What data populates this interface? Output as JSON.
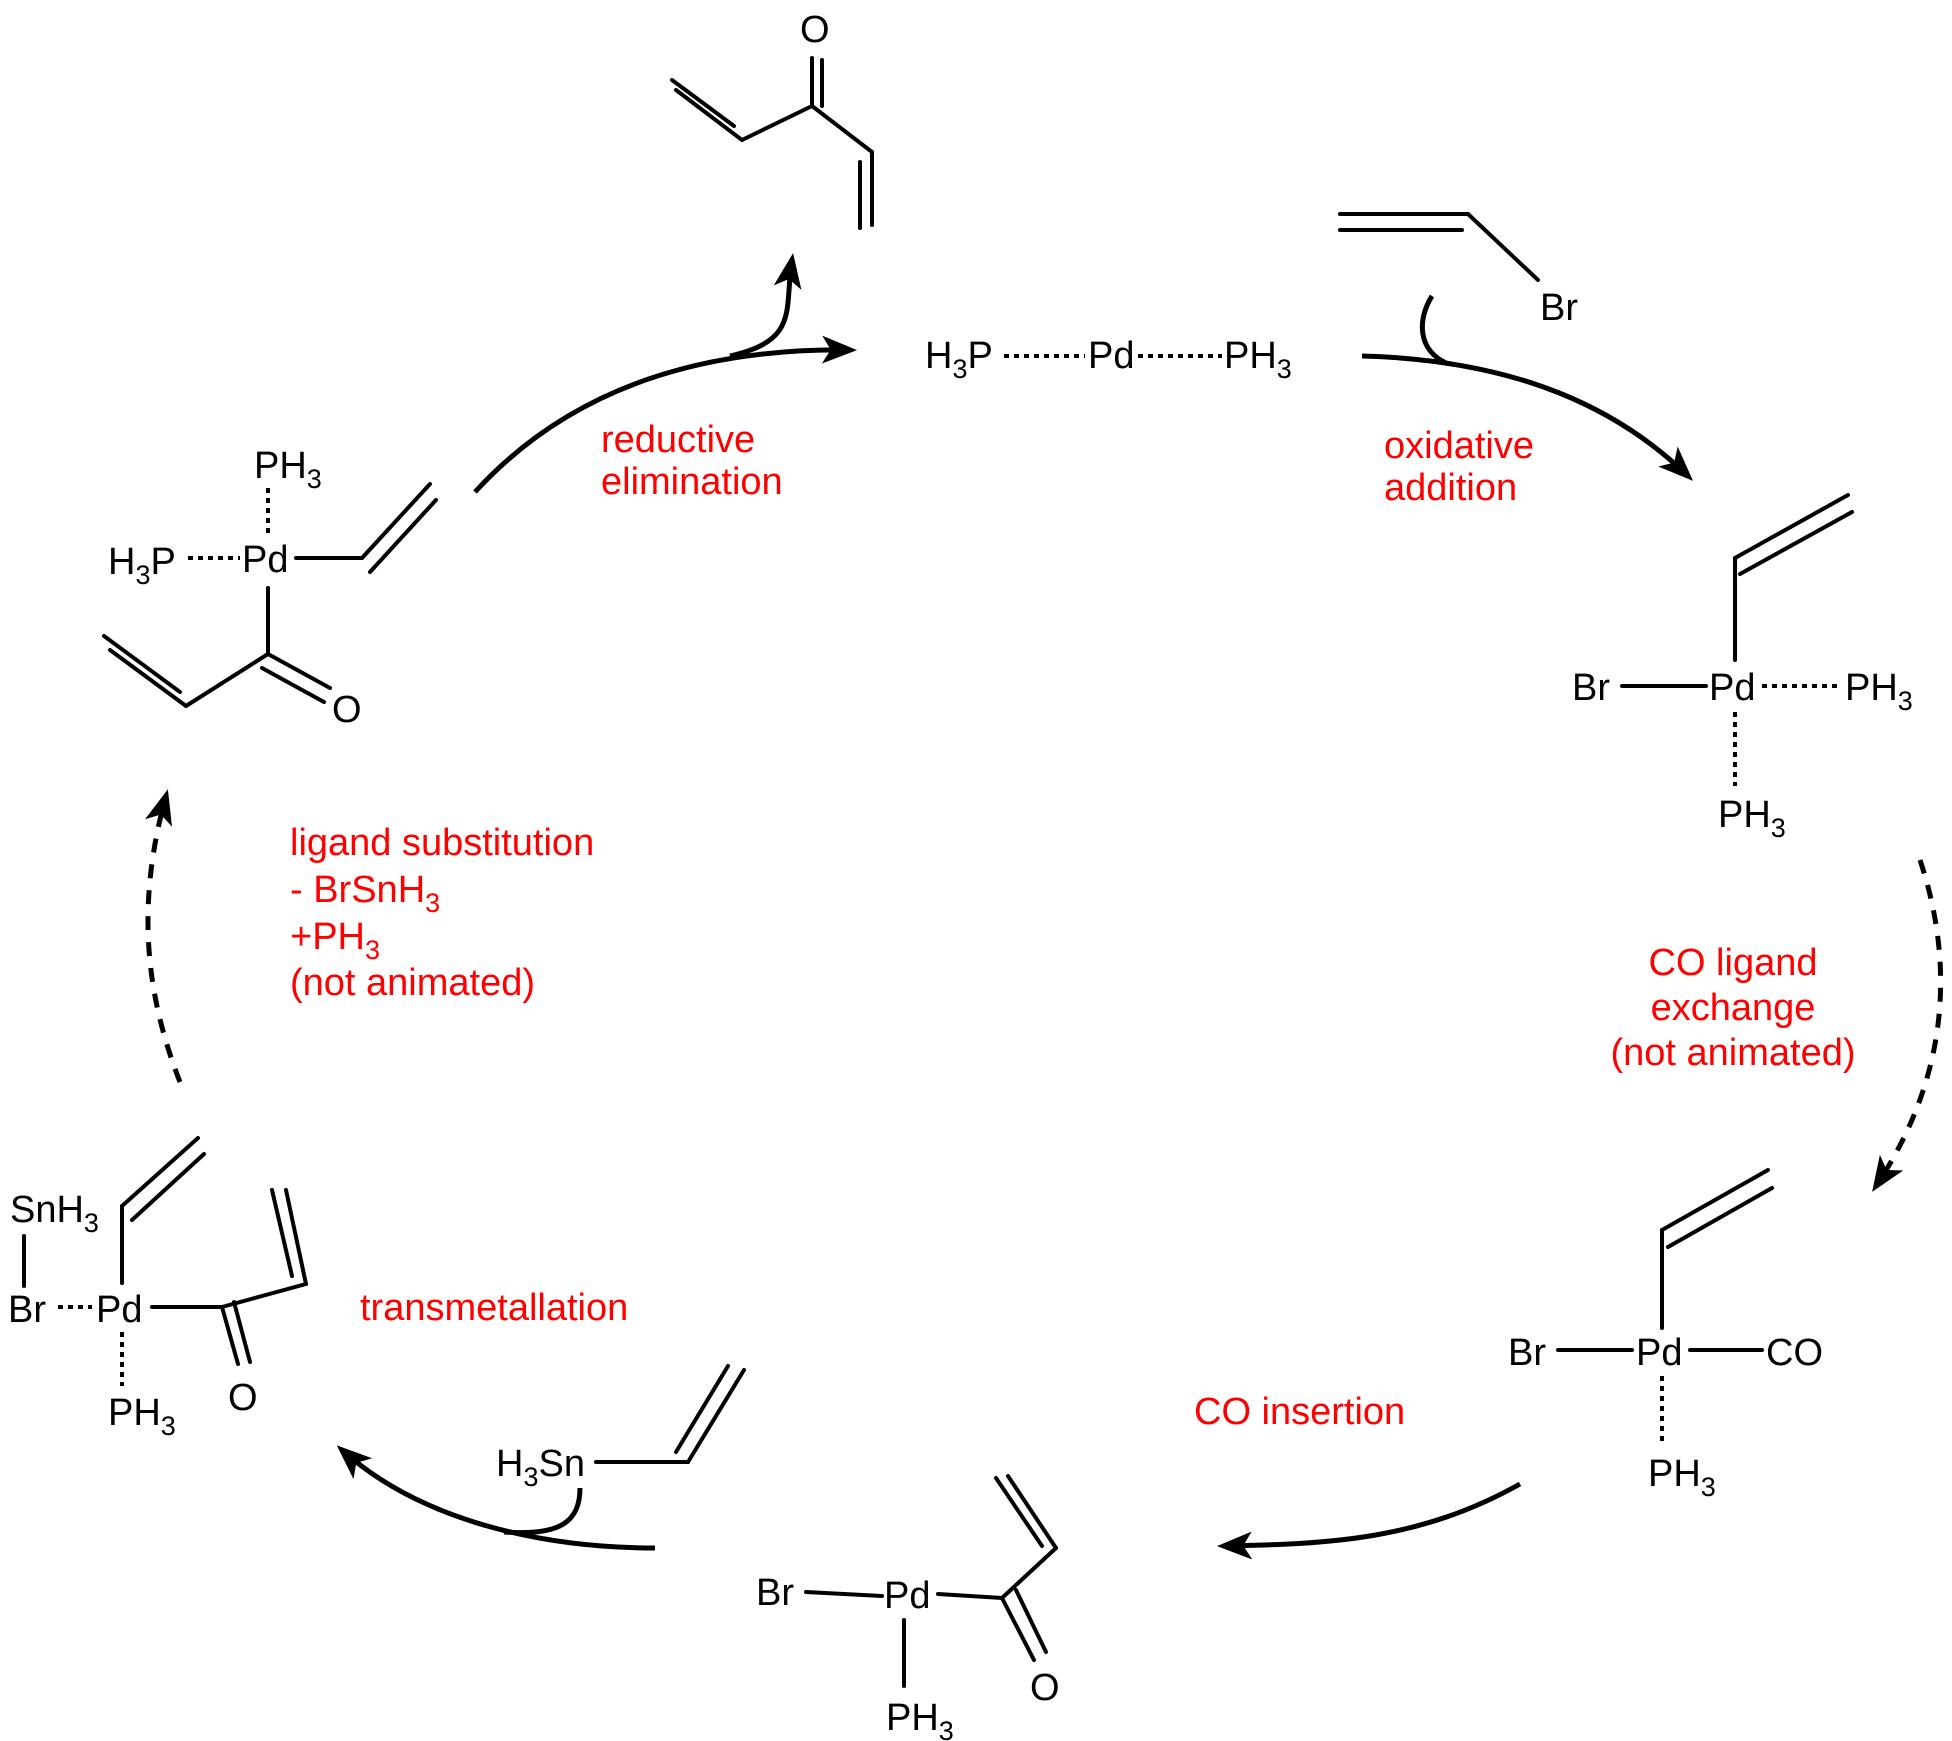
{
  "steps": {
    "reductive": [
      "reductive",
      "elimination"
    ],
    "oxidative": [
      "oxidative",
      "addition"
    ],
    "co_exchange": [
      "CO ligand",
      "exchange",
      "(not animated)"
    ],
    "co_insertion": "CO insertion",
    "transmetallation": "transmetallation",
    "ligand_sub": {
      "l1": "ligand substitution",
      "l2_a": "- BrSnH",
      "l2_sub": "3",
      "l3_a": "+PH",
      "l3_sub": "3",
      "l4": "(not animated)"
    }
  },
  "atoms": {
    "pd": "Pd",
    "br": "Br",
    "o": "O",
    "co": "CO",
    "ph": "PH",
    "h": "H",
    "p": "P",
    "sub3": "3",
    "snh": "SnH",
    "sn": "Sn"
  }
}
